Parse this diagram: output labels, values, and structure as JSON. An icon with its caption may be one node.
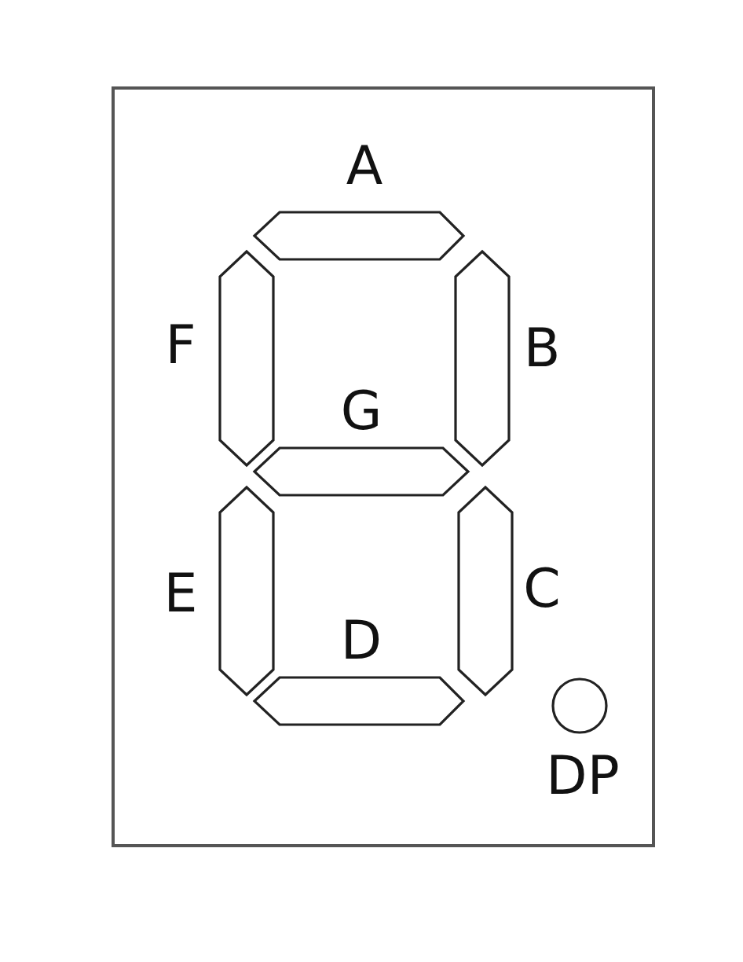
{
  "diagram": {
    "labels": [
      "A",
      "F",
      "B",
      "G",
      "E",
      "C",
      "D",
      "DP"
    ]
  }
}
